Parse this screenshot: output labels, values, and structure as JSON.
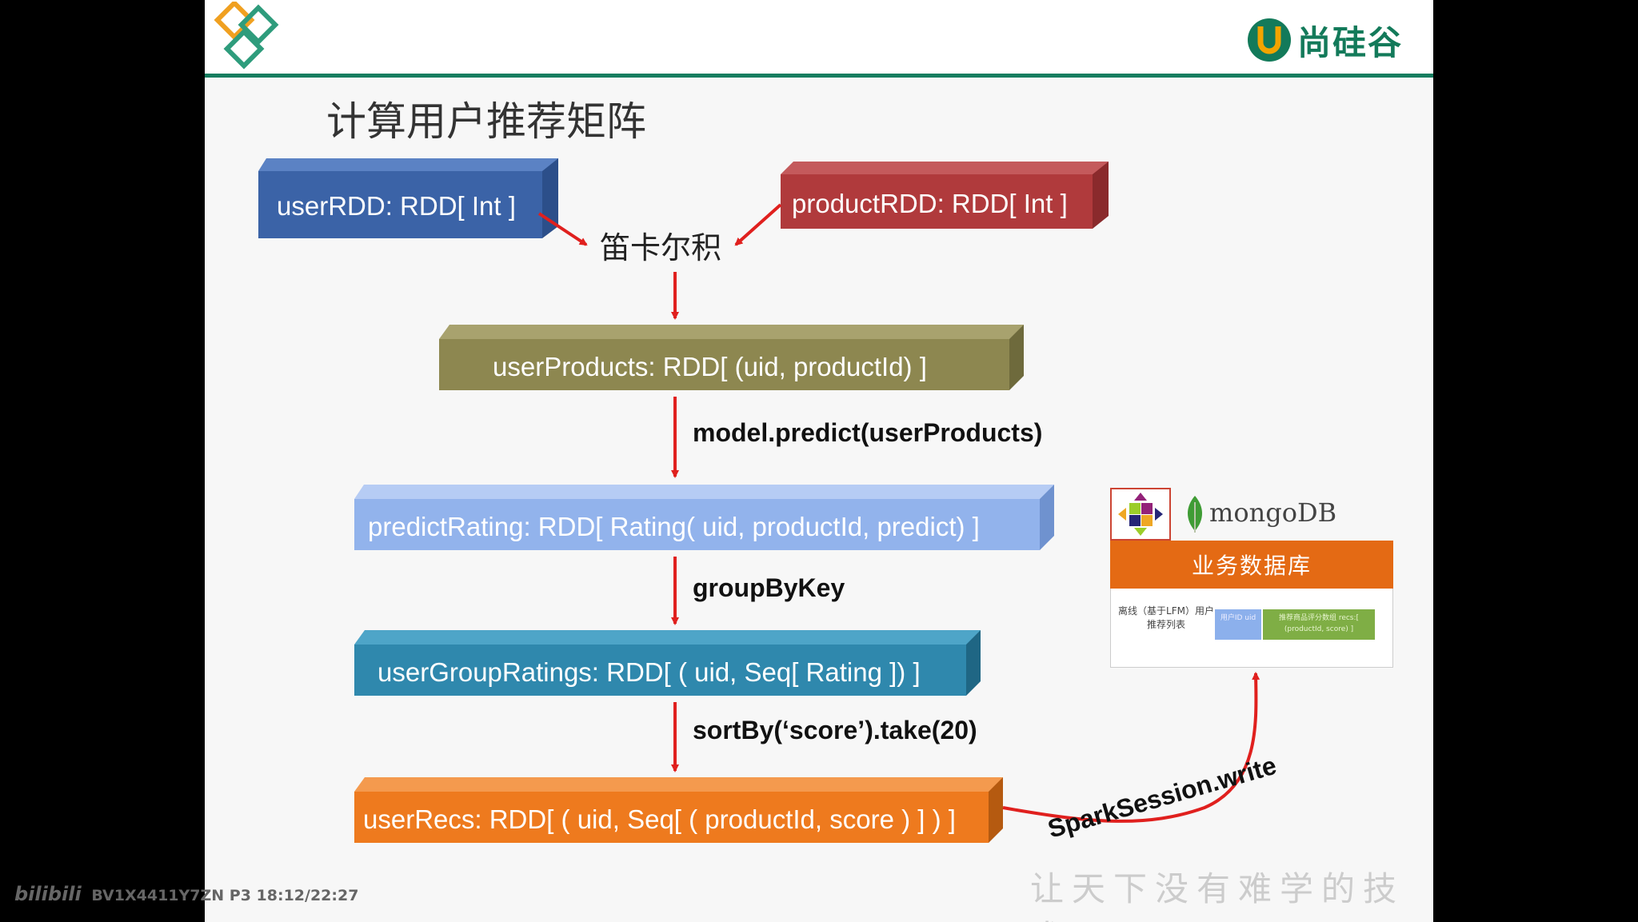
{
  "header": {
    "brand_name": "尚硅谷",
    "slide_title": "计算用户推荐矩阵"
  },
  "diagram": {
    "boxes": {
      "user_rdd": "userRDD: RDD[ Int ]",
      "product_rdd": "productRDD: RDD[ Int ]",
      "user_products": "userProducts: RDD[ (uid, productId) ]",
      "predict_rating": "predictRating: RDD[ Rating( uid, productId, predict) ]",
      "user_group_ratings": "userGroupRatings: RDD[ ( uid, Seq[ Rating ]) ]",
      "user_recs": "userRecs: RDD[ ( uid, Seq[ ( productId, score ) ] ) ]"
    },
    "cartesian_label": "笛卡尔积",
    "edges": {
      "predict": "model.predict(userProducts)",
      "group_by_key": "groupByKey",
      "sort_take": "sortBy(‘score’).take(20)",
      "write": "SparkSession.write"
    },
    "colors": {
      "user_rdd": "#3b63a7",
      "product_rdd": "#b03a3c",
      "user_products": "#8d8750",
      "predict_rating": "#92b3ec",
      "user_group_ratings": "#2f88ad",
      "user_recs": "#ee7a1e",
      "arrow": "#e0201e"
    }
  },
  "database": {
    "mongo_label": "mongoDB",
    "title": "业务数据库",
    "offline_label": "离线（基于LFM）用户推荐列表",
    "cell_user_id": "用户ID uid",
    "cell_recs": "推荐商品评分数组 recs:[ (productId, score) ]"
  },
  "footer": {
    "watermark": "让天下没有难学的技术",
    "bilibili_logo": "bilibili",
    "video_info": "BV1X4411Y7ZN P3 18:12/22:27"
  }
}
